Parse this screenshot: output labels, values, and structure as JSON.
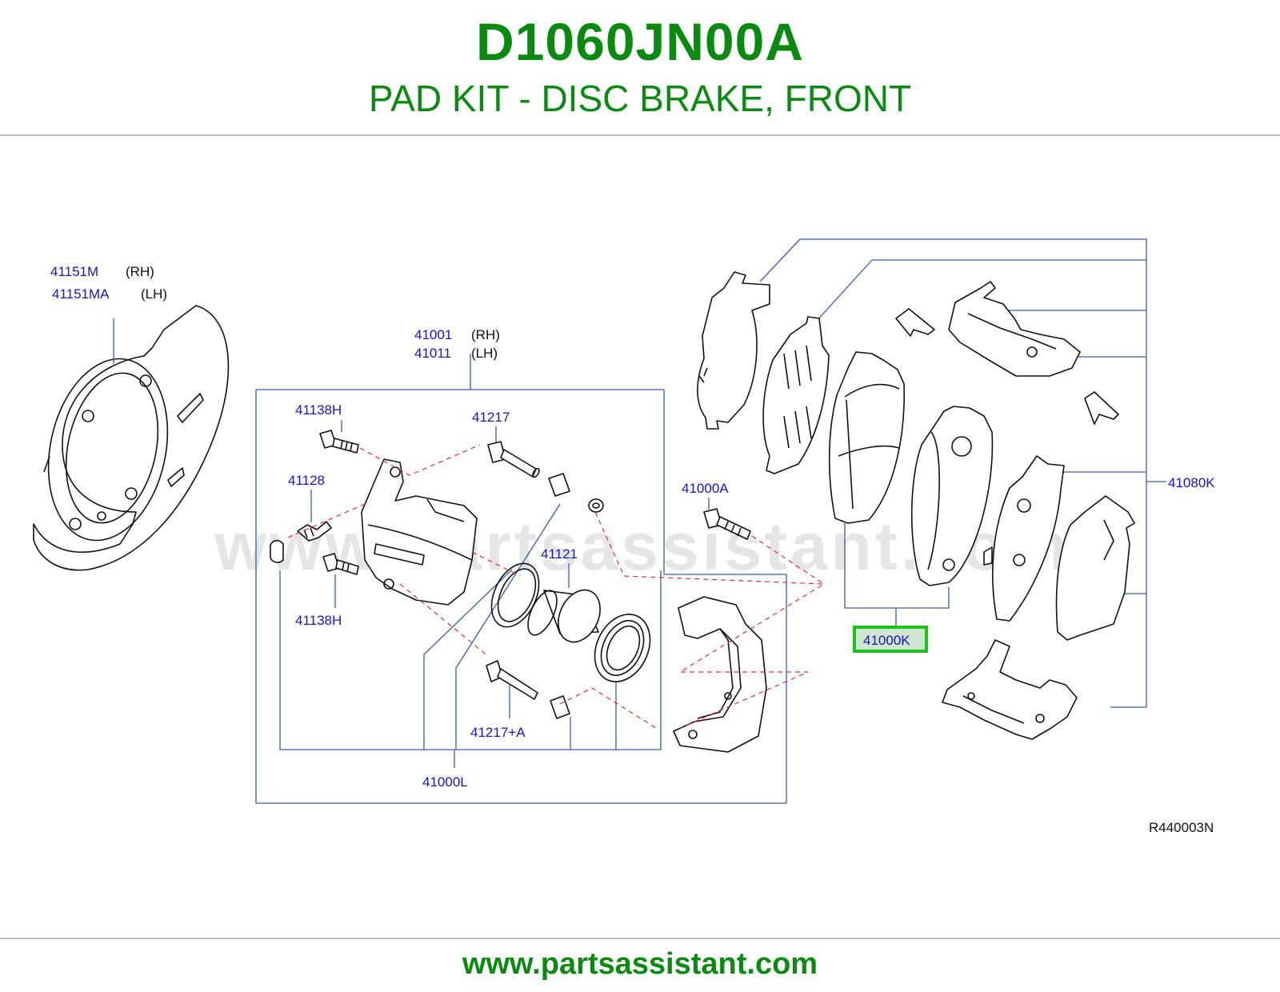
{
  "header": {
    "part_number": "D1060JN00A",
    "title": "PAD KIT - DISC BRAKE, FRONT"
  },
  "diagram": {
    "watermark": "www.partsassistant.com",
    "reference_code": "R440003N",
    "highlighted_part": "41000K",
    "highlight_color": "#1ec21e",
    "labels": {
      "baffle_rh": "41151M",
      "baffle_rh_side": "(RH)",
      "baffle_lh": "41151MA",
      "baffle_lh_side": "(LH)",
      "caliper_rh": "41001",
      "caliper_rh_side": "(RH)",
      "caliper_lh": "41011",
      "caliper_lh_side": "(LH)",
      "bolt_top": "41138H",
      "pin": "41217",
      "bleeder": "41128",
      "bolt_bottom": "41138H",
      "bolt_mount": "41000A",
      "piston": "41121",
      "pin_a": "41217+A",
      "seal_kit": "41000L",
      "pad_kit": "41000K",
      "hardware_kit": "41080K"
    }
  },
  "footer": {
    "url": "www.partsassistant.com"
  }
}
